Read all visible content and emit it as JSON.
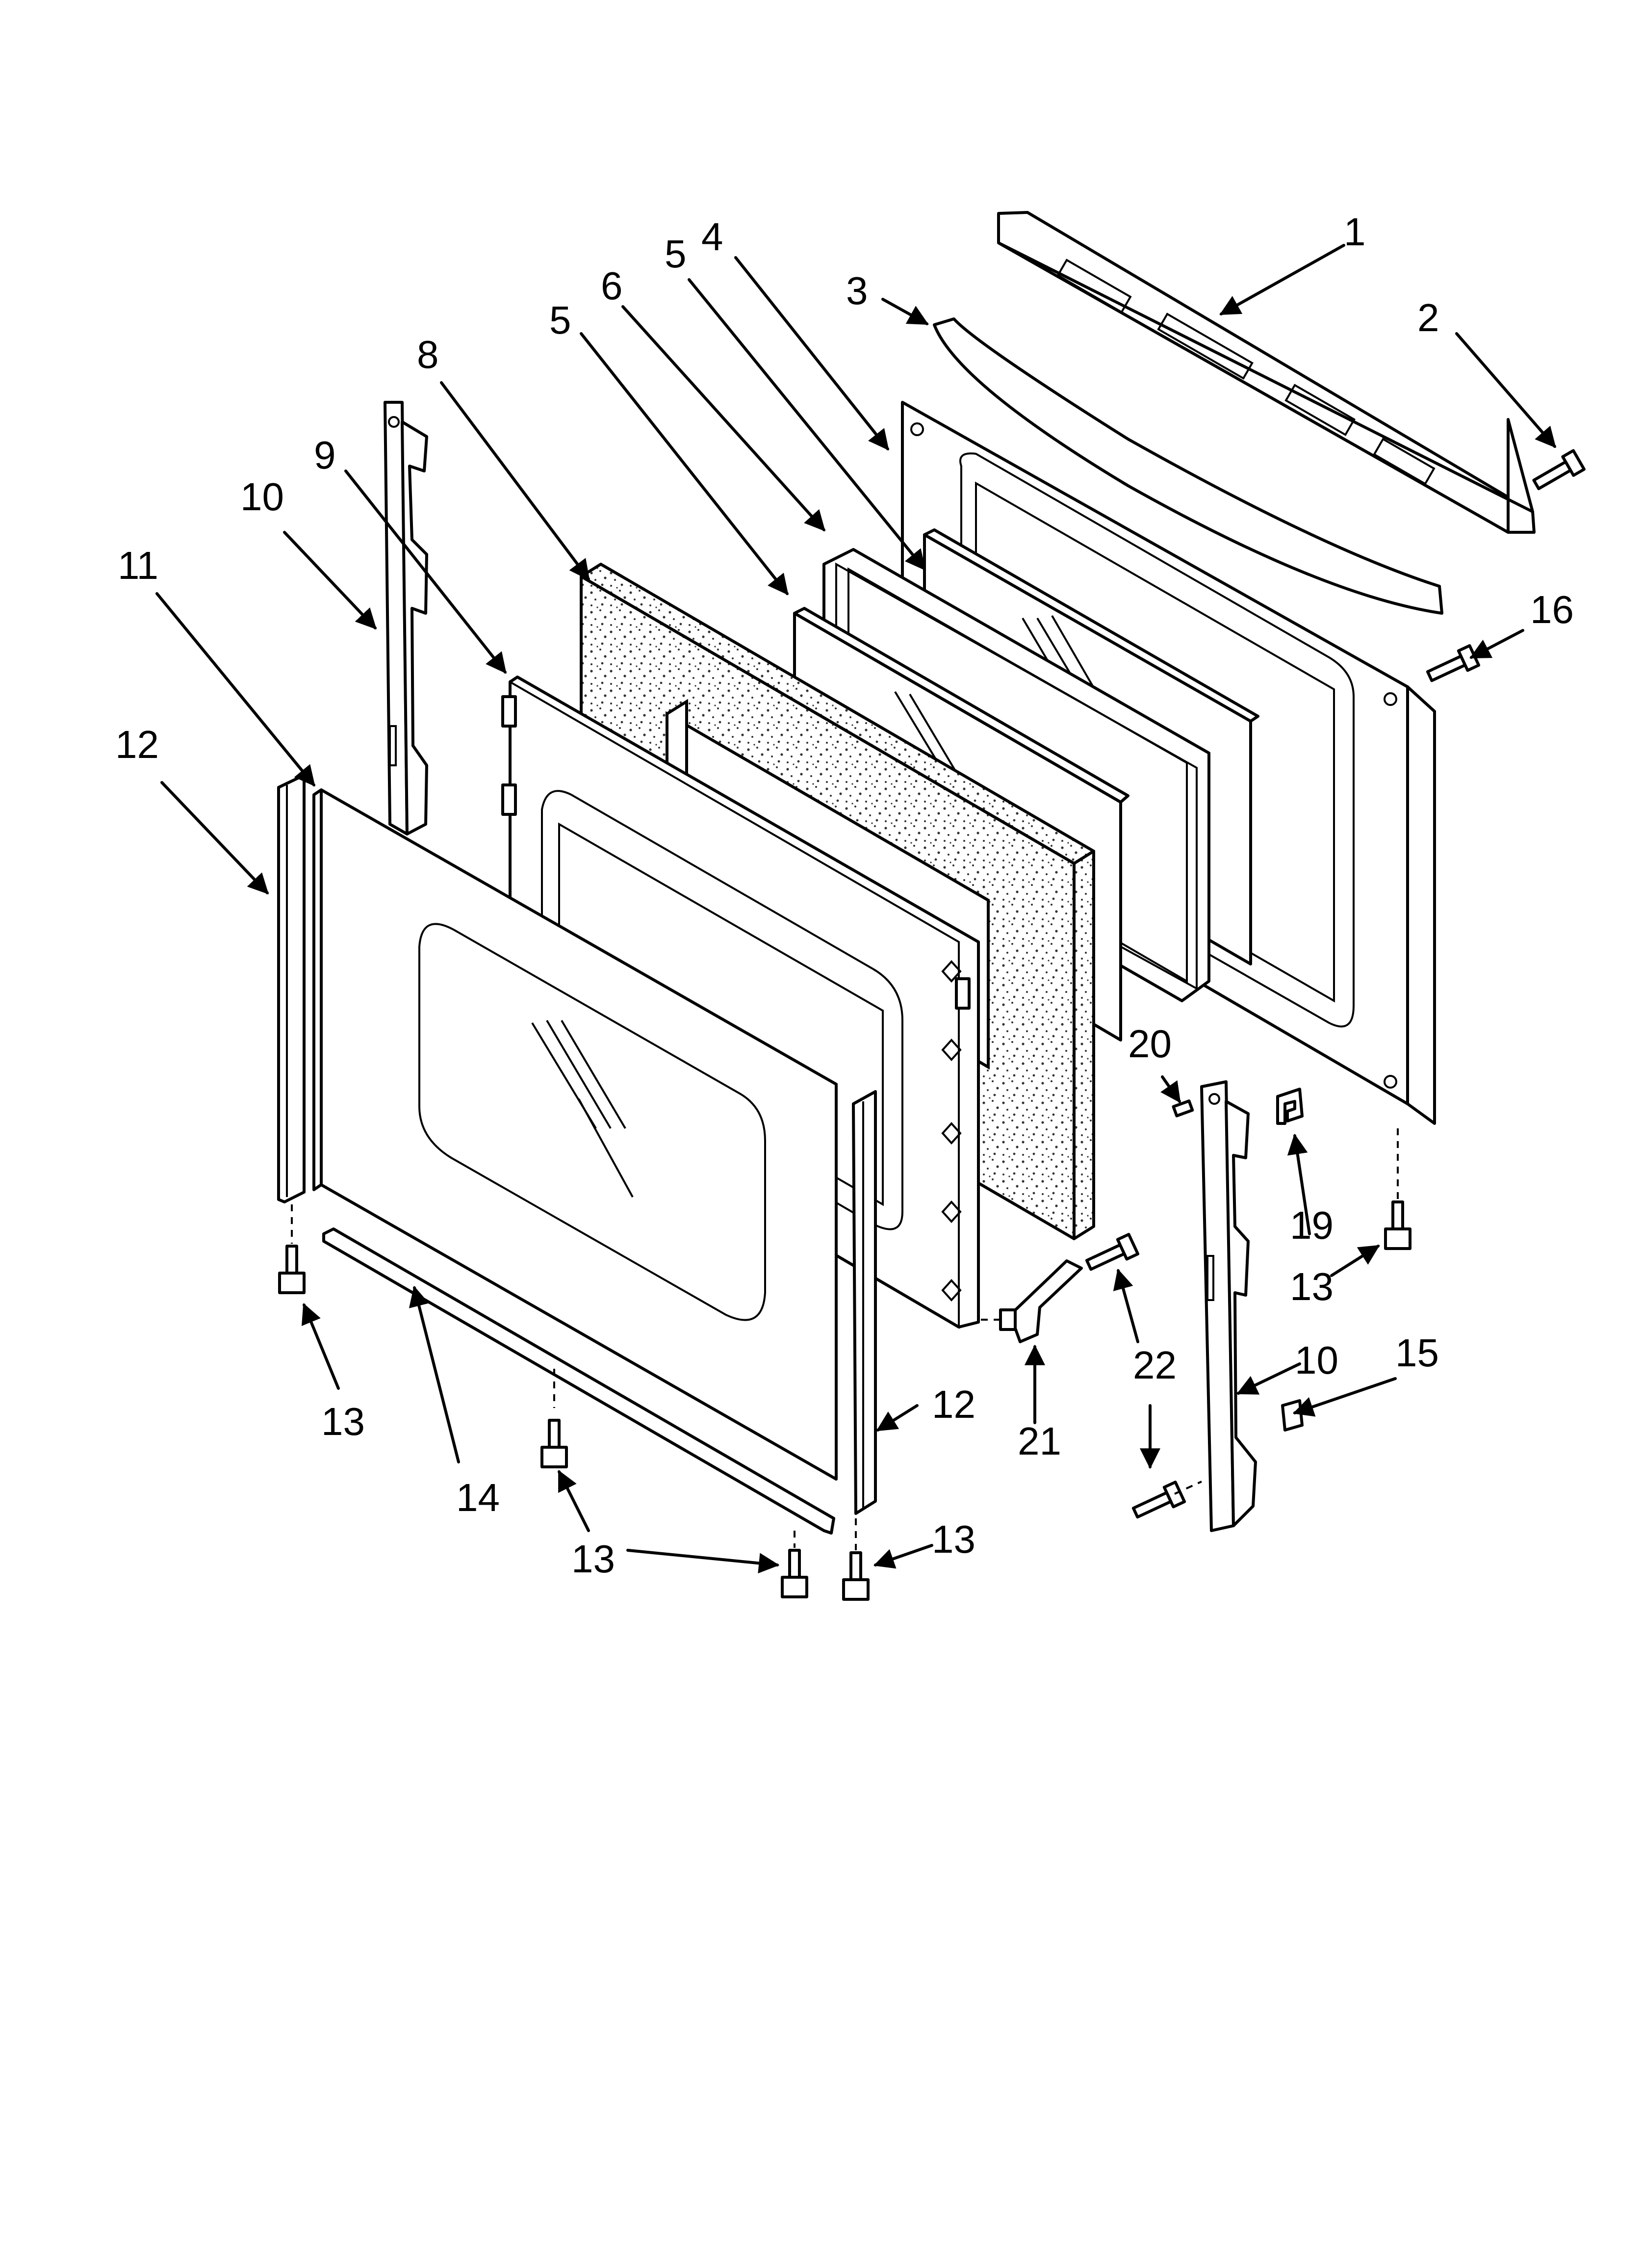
{
  "callouts": [
    {
      "id": "c1",
      "text": "1"
    },
    {
      "id": "c2",
      "text": "2"
    },
    {
      "id": "c3",
      "text": "3"
    },
    {
      "id": "c4",
      "text": "4"
    },
    {
      "id": "c5a",
      "text": "5"
    },
    {
      "id": "c5b",
      "text": "5"
    },
    {
      "id": "c6",
      "text": "6"
    },
    {
      "id": "c8",
      "text": "8"
    },
    {
      "id": "c9",
      "text": "9"
    },
    {
      "id": "c10a",
      "text": "10"
    },
    {
      "id": "c10b",
      "text": "10"
    },
    {
      "id": "c11",
      "text": "11"
    },
    {
      "id": "c12a",
      "text": "12"
    },
    {
      "id": "c12b",
      "text": "12"
    },
    {
      "id": "c13a",
      "text": "13"
    },
    {
      "id": "c13b",
      "text": "13"
    },
    {
      "id": "c13c",
      "text": "13"
    },
    {
      "id": "c13d",
      "text": "13"
    },
    {
      "id": "c14",
      "text": "14"
    },
    {
      "id": "c15",
      "text": "15"
    },
    {
      "id": "c16",
      "text": "16"
    },
    {
      "id": "c19",
      "text": "19"
    },
    {
      "id": "c20",
      "text": "20"
    },
    {
      "id": "c21",
      "text": "21"
    },
    {
      "id": "c22",
      "text": "22"
    }
  ]
}
